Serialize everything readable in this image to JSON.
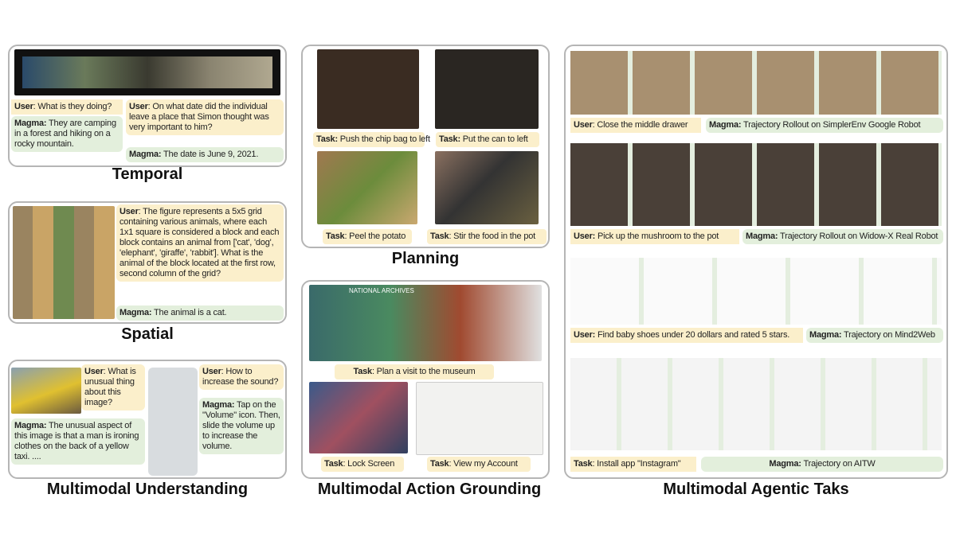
{
  "temporal": {
    "title": "Temporal",
    "q1_speaker": "User",
    "q1": ": What is they doing?",
    "a1_speaker": "Magma:",
    "a1": " They are camping in a forest and hiking on a rocky mountain.",
    "q2_speaker": "User",
    "q2": ": On what date did the individual leave a place that Simon thought was very important to him?",
    "a2_speaker": "Magma:",
    "a2": " The date is June 9, 2021."
  },
  "spatial": {
    "title": "Spatial",
    "q_speaker": "User",
    "q": ": The figure represents a 5x5 grid containing various animals, where each 1x1 square is considered a block and each block contains an animal from ['cat', 'dog', 'elephant', 'giraffe', 'rabbit']. What is the animal of the block located at the first row, second column of the grid?",
    "a_speaker": "Magma:",
    "a": " The animal is a cat."
  },
  "understanding": {
    "title": "Multimodal Understanding",
    "q1_speaker": "User",
    "q1": ": What is unusual thing about this image?",
    "a1_speaker": "Magma:",
    "a1": " The unusual aspect of this image is that a man is ironing clothes on the back of a yellow taxi. ....",
    "q2_speaker": "User",
    "q2": ": How to increase the sound?",
    "a2_speaker": "Magma:",
    "a2": " Tap on the \"Volume\" icon. Then, slide the volume up to increase the volume."
  },
  "planning": {
    "title": "Planning",
    "tasks": [
      {
        "k": "Task:",
        "t": " Push the chip bag to left"
      },
      {
        "k": "Task:",
        "t": " Put the can to left"
      },
      {
        "k": "Task",
        "t": ": Peel the potato"
      },
      {
        "k": "Task",
        "t": ": Stir the food in the pot"
      }
    ]
  },
  "grounding": {
    "title": "Multimodal Action Grounding",
    "site_name": "NATIONAL ARCHIVES",
    "tasks": [
      {
        "k": "Task",
        "t": ": Plan a visit to the museum"
      },
      {
        "k": "Task",
        "t": ": Lock Screen"
      },
      {
        "k": "Task",
        "t": ": View my Account"
      }
    ]
  },
  "agentic": {
    "title": "Multimodal Agentic Taks",
    "rows": [
      {
        "u_k": "User",
        "u": ": Close the middle drawer",
        "m_k": "Magma:",
        "m": " Trajectory Rollout on SimplerEnv Google Robot"
      },
      {
        "u_k": "User:",
        "u": " Pick up the mushroom to the pot",
        "m_k": "Magma:",
        "m": " Trajectory Rollout on Widow-X Real Robot"
      },
      {
        "u_k": "User:",
        "u": " Find baby shoes under 20 dollars and rated 5 stars.",
        "m_k": "Magma:",
        "m": " Trajectory on Mind2Web"
      },
      {
        "u_k": "Task",
        "u": ": Install app \"Instagram\"",
        "m_k": "Magma:",
        "m": " Trajectory on AITW"
      }
    ]
  },
  "colors": {
    "user_bg": "#fbefcb",
    "magma_bg": "#e3efdc",
    "panel_border": "#b5b5b5",
    "marker": "#e33333"
  }
}
